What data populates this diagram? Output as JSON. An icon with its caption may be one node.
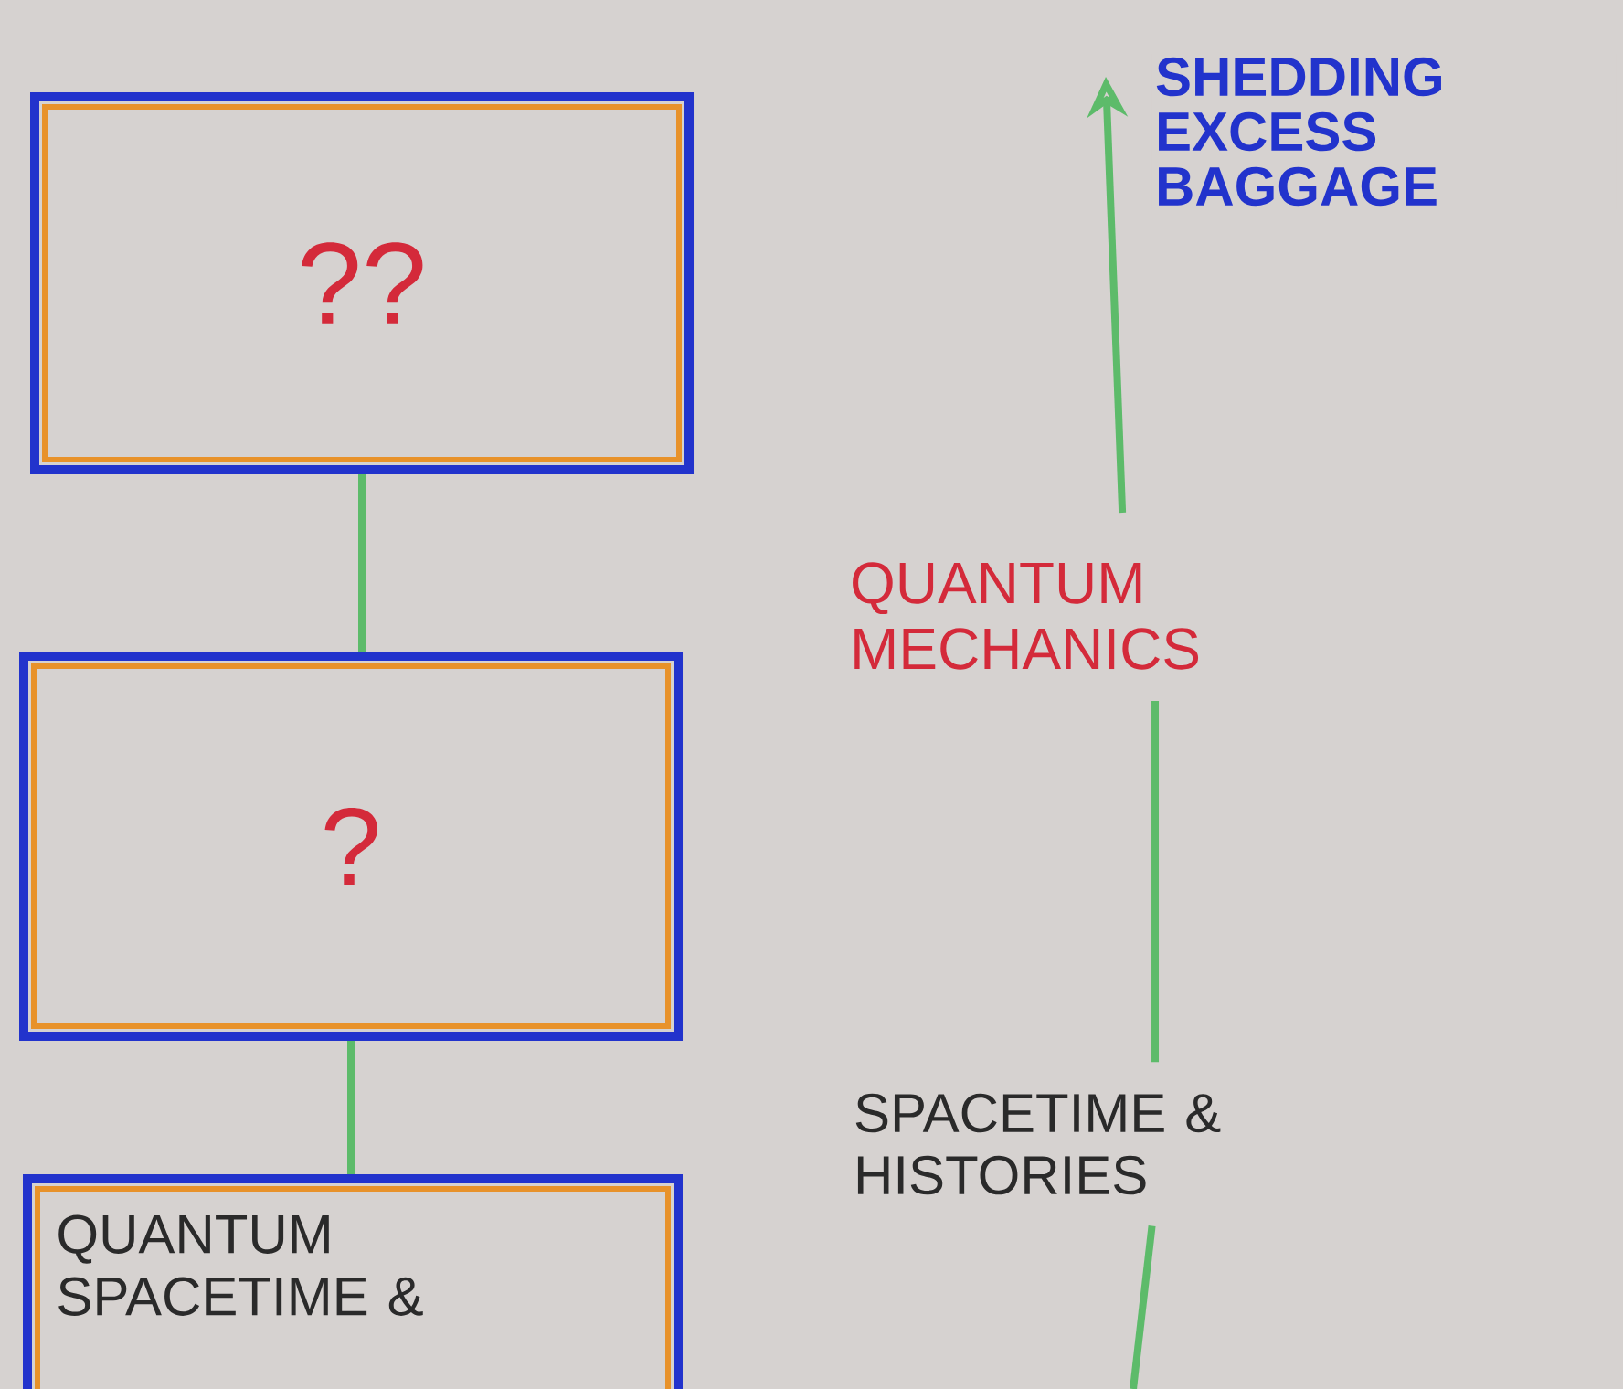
{
  "diagram": {
    "nodes": [
      {
        "text": [
          "??"
        ]
      },
      {
        "text": [
          "?"
        ]
      },
      {
        "text": [
          "QUANTUM SPACETIME &"
        ]
      },
      {
        "text": [
          "QUANTUM MECHANICS"
        ]
      },
      {
        "text": [
          "SPACETIME & HISTORIES"
        ]
      }
    ],
    "edges": [
      {
        "from": 0,
        "to": 1,
        "arrow": "none"
      },
      {
        "from": 1,
        "to": 2,
        "arrow": "none"
      },
      {
        "from": 3,
        "to": null,
        "arrow": "to",
        "label": "SHEDDING EXCESS BAGGAGE"
      },
      {
        "from": 4,
        "to": 3,
        "arrow": "none"
      },
      {
        "from": null,
        "to": 4,
        "arrow": "none"
      }
    ]
  }
}
